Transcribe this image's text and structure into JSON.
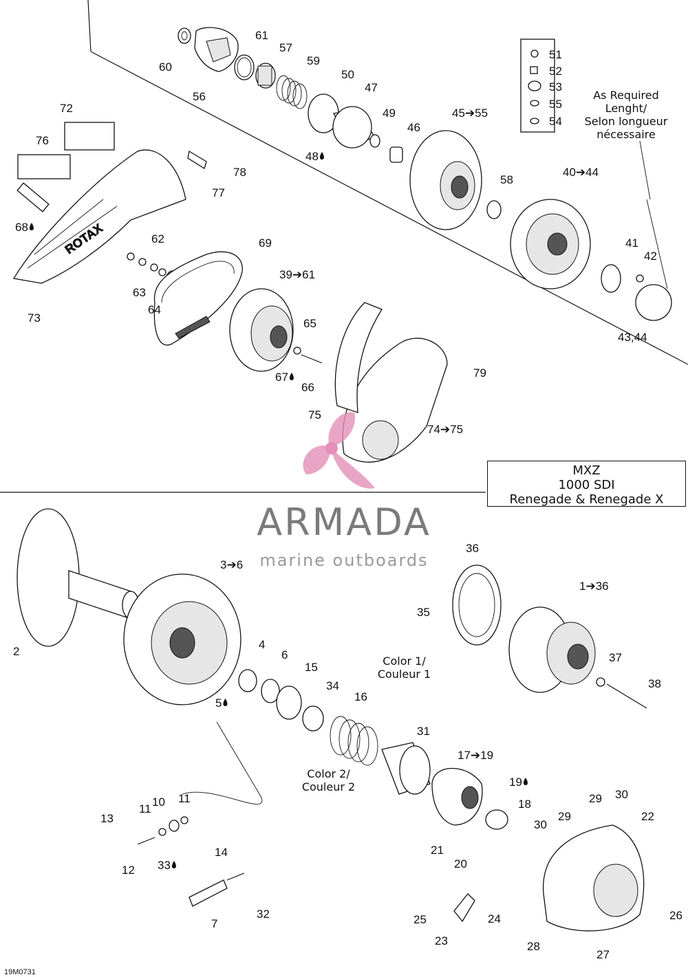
{
  "diagram": {
    "drawing_id": "19M0731",
    "model_box": {
      "line1": "MXZ",
      "line2": "1000 SDI",
      "line3": "Renegade & Renegade X"
    },
    "watermark": {
      "name": "ARMADA",
      "tagline": "marine outboards",
      "logo_color": "#e48fb8",
      "text_color": "#7b7b7b"
    },
    "notes": {
      "as_required": [
        "As Required",
        "Lenght/",
        "Selon longueur",
        "nécessaire"
      ],
      "color1": [
        "Color 1/",
        "Couleur 1"
      ],
      "color2": [
        "Color 2/",
        "Couleur 2"
      ]
    },
    "callouts": [
      {
        "id": "c60",
        "text": "60"
      },
      {
        "id": "c56",
        "text": "56"
      },
      {
        "id": "c61",
        "text": "61"
      },
      {
        "id": "c57",
        "text": "57"
      },
      {
        "id": "c59",
        "text": "59"
      },
      {
        "id": "c50",
        "text": "50"
      },
      {
        "id": "c47",
        "text": "47"
      },
      {
        "id": "c49",
        "text": "49"
      },
      {
        "id": "c46",
        "text": "46"
      },
      {
        "id": "c48",
        "text": "48",
        "oil": true
      },
      {
        "id": "c45-55",
        "text": "45➔55"
      },
      {
        "id": "c51",
        "text": "51"
      },
      {
        "id": "c52",
        "text": "52"
      },
      {
        "id": "c53",
        "text": "53"
      },
      {
        "id": "c55",
        "text": "55"
      },
      {
        "id": "c54",
        "text": "54"
      },
      {
        "id": "c40-44",
        "text": "40➔44"
      },
      {
        "id": "c58",
        "text": "58"
      },
      {
        "id": "c41",
        "text": "41"
      },
      {
        "id": "c42",
        "text": "42"
      },
      {
        "id": "c43-44",
        "text": "43,44"
      },
      {
        "id": "c72",
        "text": "72"
      },
      {
        "id": "c76",
        "text": "76"
      },
      {
        "id": "c68",
        "text": "68",
        "oil": true
      },
      {
        "id": "c73",
        "text": "73"
      },
      {
        "id": "c77",
        "text": "77"
      },
      {
        "id": "c78",
        "text": "78"
      },
      {
        "id": "c62",
        "text": "62"
      },
      {
        "id": "c63",
        "text": "63"
      },
      {
        "id": "c64",
        "text": "64"
      },
      {
        "id": "c69",
        "text": "69"
      },
      {
        "id": "c39-61",
        "text": "39➔61"
      },
      {
        "id": "c65",
        "text": "65"
      },
      {
        "id": "c67",
        "text": "67",
        "oil": true
      },
      {
        "id": "c66",
        "text": "66"
      },
      {
        "id": "c79",
        "text": "79"
      },
      {
        "id": "c75",
        "text": "75"
      },
      {
        "id": "c74-75",
        "text": "74➔75"
      },
      {
        "id": "c2",
        "text": "2"
      },
      {
        "id": "c3-6",
        "text": "3➔6"
      },
      {
        "id": "c4",
        "text": "4"
      },
      {
        "id": "c5",
        "text": "5",
        "oil": true
      },
      {
        "id": "c6",
        "text": "6"
      },
      {
        "id": "c15",
        "text": "15"
      },
      {
        "id": "c34",
        "text": "34"
      },
      {
        "id": "c16",
        "text": "16"
      },
      {
        "id": "c31",
        "text": "31"
      },
      {
        "id": "c36",
        "text": "36"
      },
      {
        "id": "c35",
        "text": "35"
      },
      {
        "id": "c1-36",
        "text": "1➔36"
      },
      {
        "id": "c37",
        "text": "37"
      },
      {
        "id": "c38",
        "text": "38"
      },
      {
        "id": "c17-19",
        "text": "17➔19"
      },
      {
        "id": "c19",
        "text": "19",
        "oil": true
      },
      {
        "id": "c18",
        "text": "18"
      },
      {
        "id": "c21",
        "text": "21"
      },
      {
        "id": "c20",
        "text": "20"
      },
      {
        "id": "c13",
        "text": "13"
      },
      {
        "id": "c11a",
        "text": "11"
      },
      {
        "id": "c10",
        "text": "10"
      },
      {
        "id": "c11b",
        "text": "11"
      },
      {
        "id": "c12",
        "text": "12"
      },
      {
        "id": "c33",
        "text": "33",
        "oil": true
      },
      {
        "id": "c14",
        "text": "14"
      },
      {
        "id": "c7",
        "text": "7"
      },
      {
        "id": "c32",
        "text": "32"
      },
      {
        "id": "c29a",
        "text": "29"
      },
      {
        "id": "c30a",
        "text": "30"
      },
      {
        "id": "c22",
        "text": "22"
      },
      {
        "id": "c30b",
        "text": "30"
      },
      {
        "id": "c29b",
        "text": "29"
      },
      {
        "id": "c25",
        "text": "25"
      },
      {
        "id": "c24",
        "text": "24"
      },
      {
        "id": "c23",
        "text": "23"
      },
      {
        "id": "c26",
        "text": "26"
      },
      {
        "id": "c28",
        "text": "28"
      },
      {
        "id": "c27",
        "text": "27"
      }
    ]
  }
}
